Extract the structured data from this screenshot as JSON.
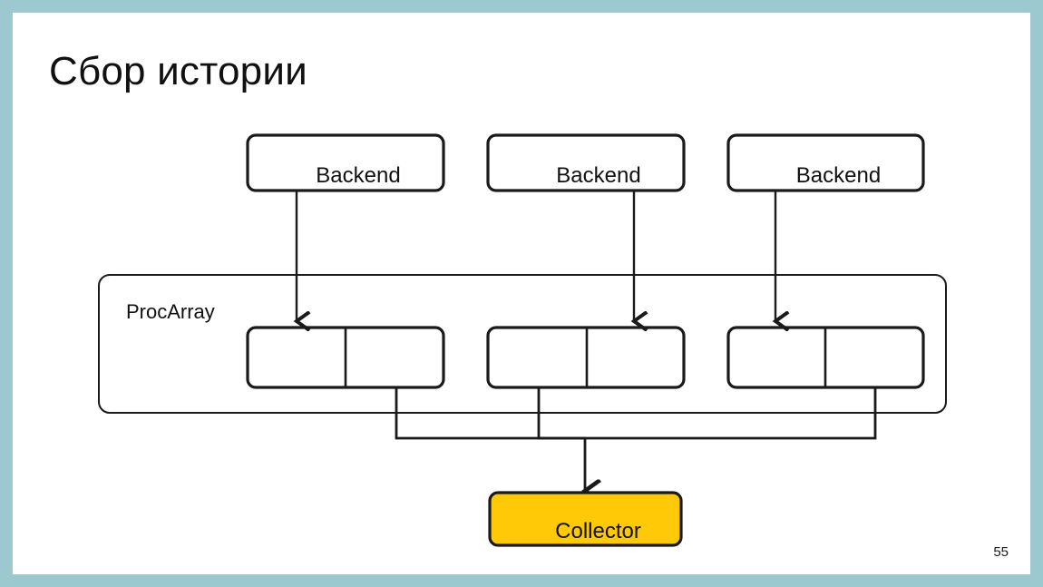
{
  "slide": {
    "title": "Сбор истории",
    "page_number": "55",
    "border_color": "#9cc8cf",
    "background_color": "#ffffff"
  },
  "diagram": {
    "container": {
      "label": "ProcArray",
      "stroke": "#1a1a1a",
      "fill": "#ffffff"
    },
    "backends": [
      {
        "label": "Backend"
      },
      {
        "label": "Backend"
      },
      {
        "label": "Backend"
      }
    ],
    "slots": [
      {
        "left_cell": "",
        "right_cell": ""
      },
      {
        "left_cell": "",
        "right_cell": ""
      },
      {
        "left_cell": "",
        "right_cell": ""
      }
    ],
    "collector": {
      "label": "Collector",
      "fill": "#ffc907",
      "stroke": "#1a1a1a"
    },
    "edge_color": "#1a1a1a"
  }
}
